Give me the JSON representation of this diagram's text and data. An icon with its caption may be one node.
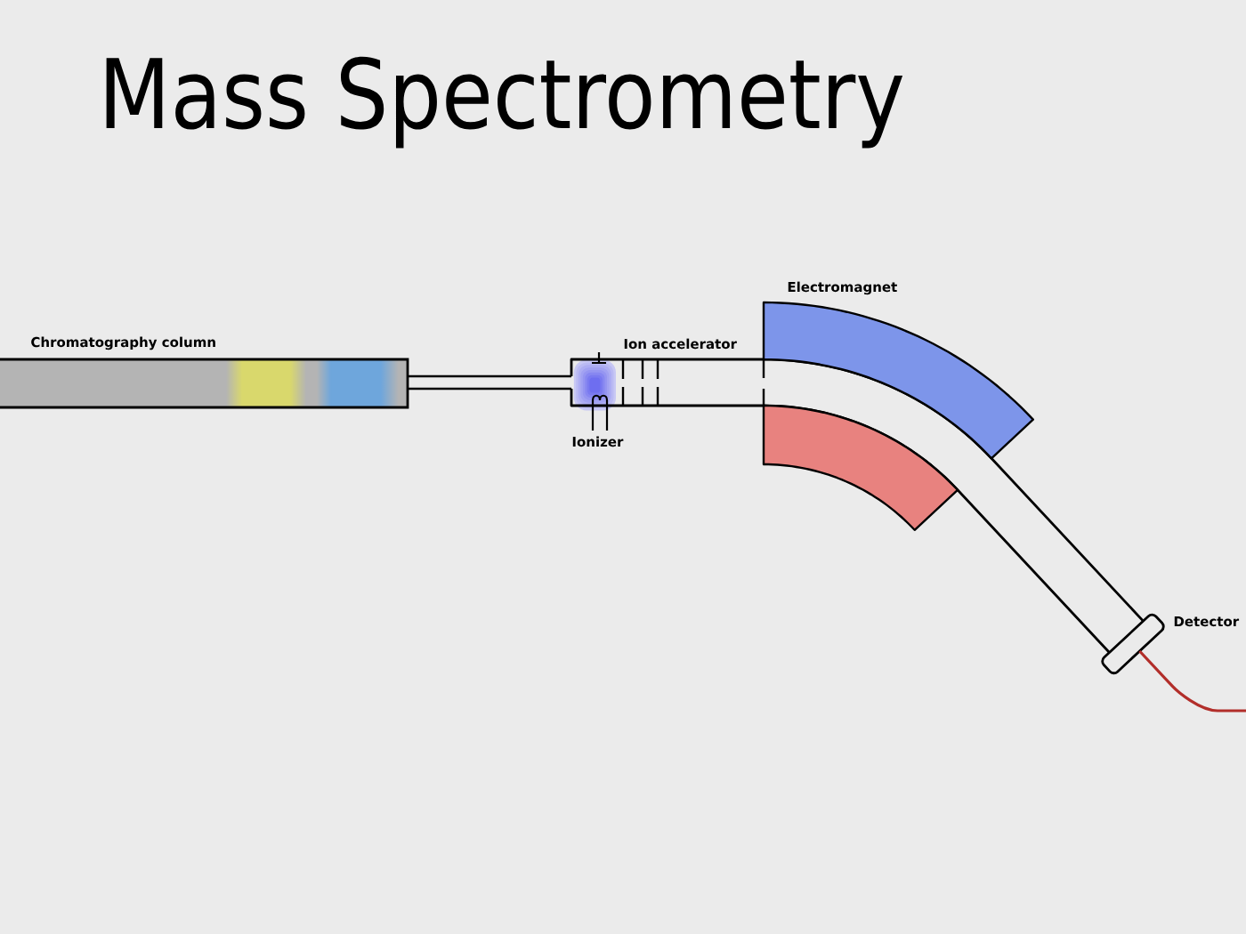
{
  "diagram": {
    "title": "Mass Spectrometry",
    "labels": [
      "Electromagnet",
      "Chromatography column",
      "Ion accelerator",
      "Ionizer",
      "Detector"
    ]
  }
}
